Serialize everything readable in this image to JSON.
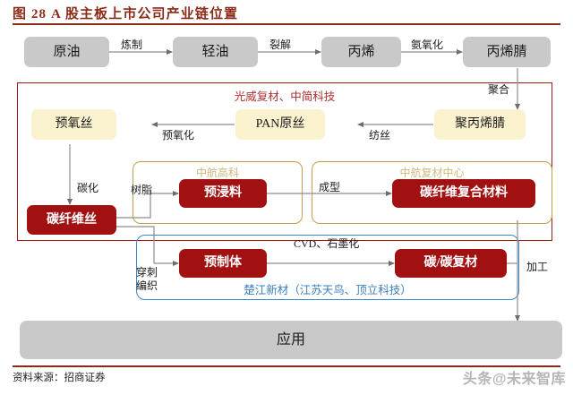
{
  "figure": {
    "title": "图 28 A 股主板上市公司产业链位置",
    "source": "资料来源：招商证券",
    "watermark": "头条@未来智库"
  },
  "colors": {
    "title_red": "#8A2B18",
    "node_dark_red": "#A11111",
    "node_cream": "#FAF1CE",
    "node_gray": "#C9C9C9",
    "group_gold": "#BFA14A",
    "group_blue": "#3A87C8",
    "group_red": "#9E1B1B"
  },
  "nodes": {
    "crude_oil": "原油",
    "light_oil": "轻油",
    "propylene": "丙烯",
    "acrylonitrile": "丙烯腈",
    "polyacrylonitrile": "聚丙烯腈",
    "pan_precursor": "PAN原丝",
    "preoxidized_fiber": "预氧丝",
    "carbon_fiber": "碳纤维丝",
    "prepreg": "预浸料",
    "cf_composite": "碳纤维复合材料",
    "preform": "预制体",
    "cc_composite": "碳/碳复材",
    "application": "应用"
  },
  "edges": {
    "refining": "炼制",
    "cracking": "裂解",
    "ammoxidation": "氨氧化",
    "polymerization": "聚合",
    "spinning": "纺丝",
    "preoxidation": "预氧化",
    "carbonization": "碳化",
    "resin": "树脂",
    "forming": "成型",
    "cvd_graphitization": "CVD、石墨化",
    "piercing_weaving": "穿刺\n编织",
    "piercing_weaving_line1": "穿刺",
    "piercing_weaving_line2": "编织",
    "processing": "加工"
  },
  "groups": {
    "precursor_companies": "光威复材、中简科技",
    "avic_hitech": "中航高科",
    "avic_composite_center": "中航复材中心",
    "chujiang": "楚江新材（江苏天鸟、顶立科技）"
  }
}
